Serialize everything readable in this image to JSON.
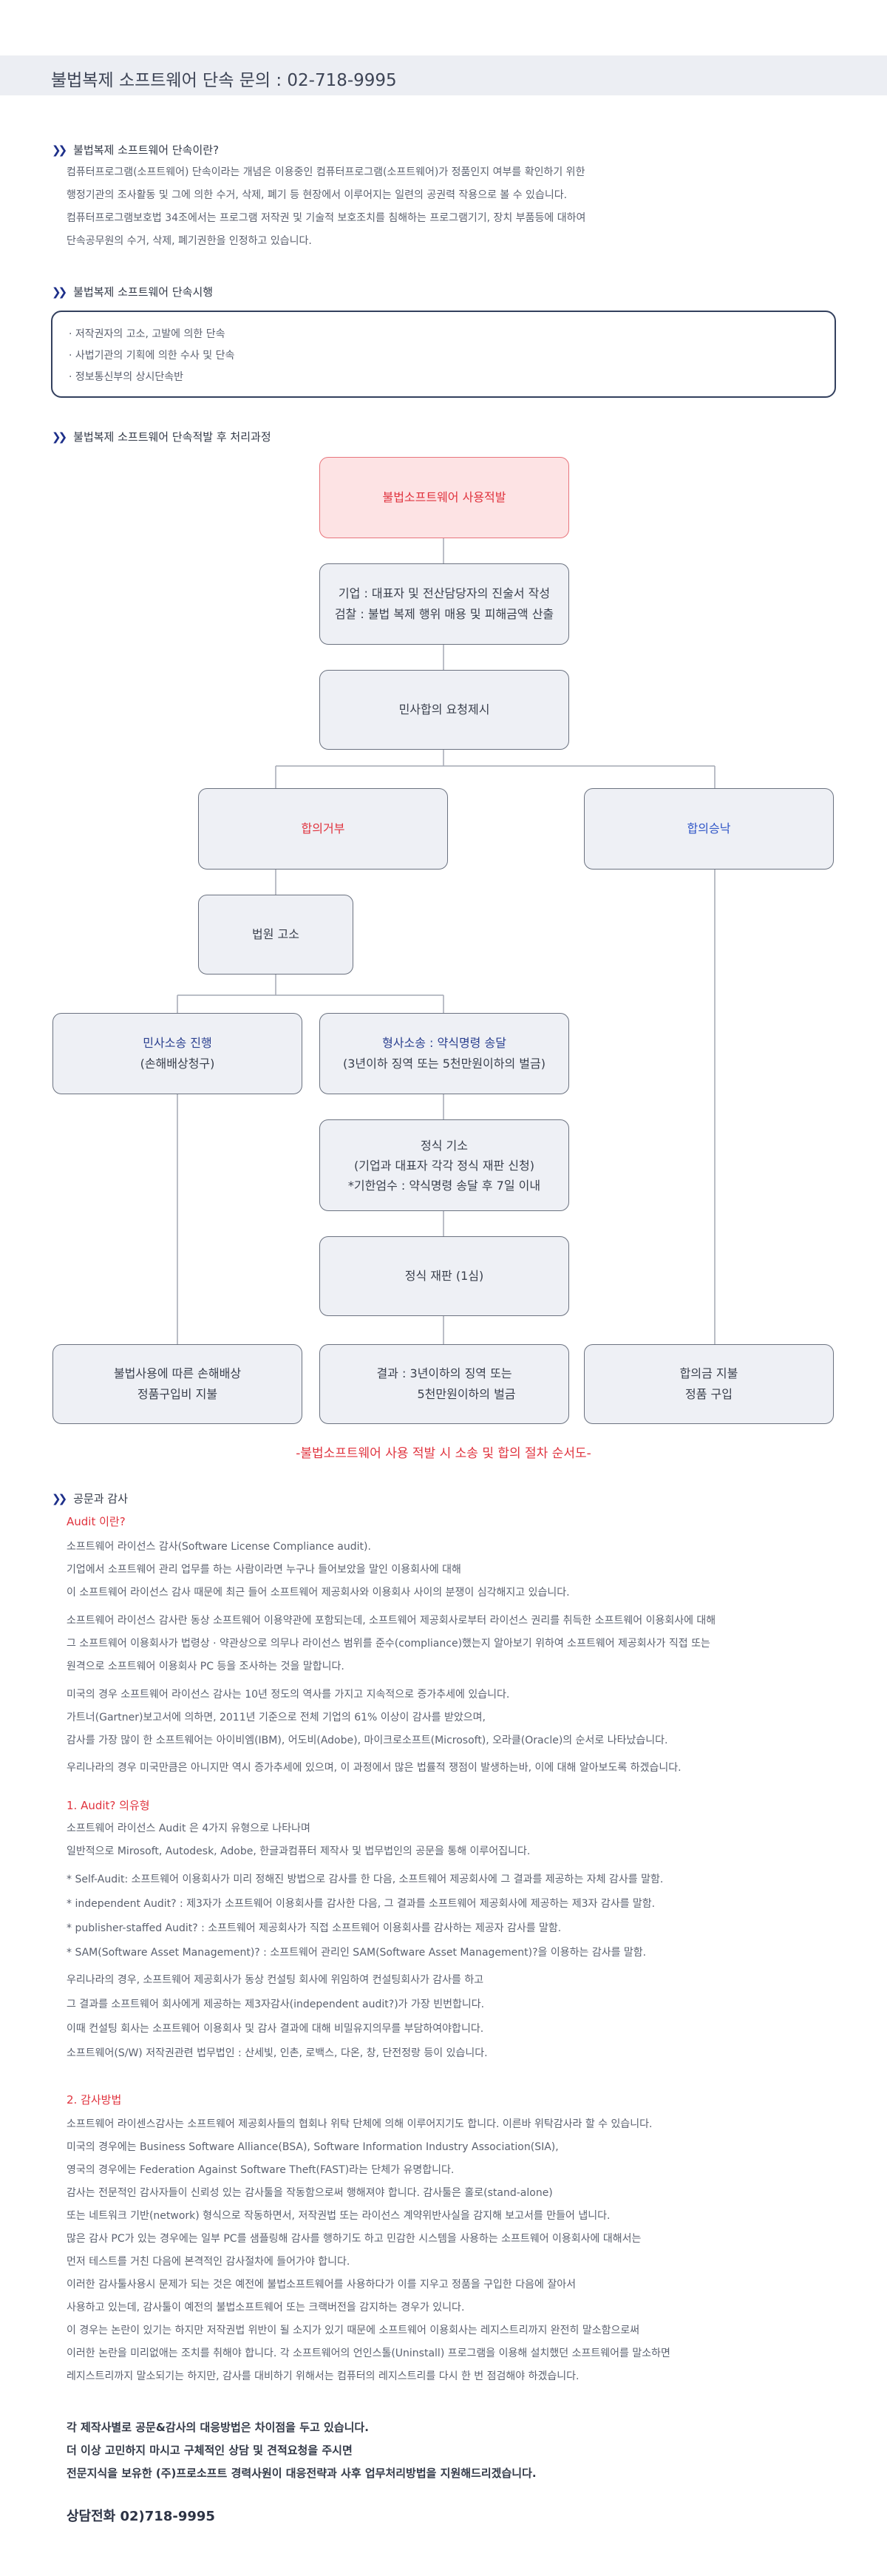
{
  "banner": {
    "title": "불법복제 소프트웨어 단속 문의 : 02-718-9995"
  },
  "section1": {
    "title": "불법복제 소프트웨어 단속이란?",
    "lines": [
      "컴퓨터프로그램(소프트웨어) 단속이라는 개념은 이용중인 컴퓨터프로그램(소프트웨어)가 정품인지 여부를 확인하기 위한",
      "행정기관의 조사활동 및 그에 의한 수거, 삭제, 폐기 등 현장에서 이루어지는 일련의 공권력 작용으로 볼 수 있습니다.",
      "컴퓨터프로그램보호법 34조에서는 프로그램 저작권 및 기술적 보호조치를 침해하는 프로그램기기, 장치 부품등에 대하여",
      "단속공무원의 수거, 삭제, 폐기권한을 인정하고 있습니다."
    ]
  },
  "section2": {
    "title": "불법복제 소프트웨어 단속시행",
    "items": [
      "· 저작권자의 고소, 고발에 의한 단속",
      "· 사법기관의 기획에 의한 수사 및 단속",
      "· 정보통신부의 상시단속반"
    ]
  },
  "section3": {
    "title": "불법복제 소프트웨어 단속적발 후 처리과정",
    "nodes": {
      "start": "불법소프트웨어 사용적발",
      "statement_1": "기업 : 대표자 및 전산담당자의 진술서 작성",
      "statement_2": "검찰 : 불법 복제 행위 매용 및 피해금액 산출",
      "settlement": "민사합의 요청제시",
      "reject": "합의거부",
      "accept": "합의승낙",
      "court": "법원 고소",
      "civil_1": "민사소송 진행",
      "civil_2": "(손해배상청구)",
      "criminal_1": "형사소송 : 약식명령 송달",
      "criminal_2": "(3년이하 징역 또는 5천만원이하의 벌금)",
      "formal_1": "정식 기소",
      "formal_2": "(기업과 대표자 각각 정식 재판 신청)",
      "formal_3": "*기한엄수 : 약식명령 송달 후 7일 이내",
      "trial": "정식 재판 (1심)",
      "damages_1": "불법사용에 따른 손해배상",
      "damages_2": "정품구입비 지불",
      "result_1": "결과 : 3년이하의 징역 또는",
      "result_2": "5천만원이하의 벌금",
      "agreement_1": "합의금 지불",
      "agreement_2": "정품 구입"
    },
    "caption": "-불법소프트웨어 사용 적발 시 소송 및 합의 절차 순서도-"
  },
  "section4": {
    "title": "공문과 감사",
    "audit_heading": "Audit 이란?",
    "audit_p1": [
      "소프트웨어 라이선스 감사(Software License Compliance audit).",
      "기업에서 소프트웨어 관리 업무를 하는 사람이라면 누구나 들어보았을 말인 이용회사에 대해",
      "이 소프트웨어 라이선스 감사 때문에 최근 들어 소프트웨어 제공회사와 이용회사 사이의 분쟁이 심각해지고 있습니다."
    ],
    "audit_p2": [
      "소프트웨어 라이선스 감사란 동상 소프트웨어 이용약관에 포함되는데, 소프트웨어 제공회사로부터 라이선스 권리를 취득한 소프트웨어 이용회사에 대해",
      "그 소프트웨어 이용회사가 법령상 · 약관상으로 의무나 라이선스 범위를 준수(compliance)했는지 알아보기 위하여 소프트웨어 제공회사가 직접 또는",
      "원격으로 소프트웨어 이용회사 PC 등을 조사하는 것을 말합니다."
    ],
    "audit_p3": [
      "미국의 경우 소프트웨어 라이선스 감사는 10년 정도의 역사를 가지고 지속적으로 증가추세에 있습니다.",
      "가트너(Gartner)보고서에 의하면, 2011년 기준으로 전체 기업의 61% 이상이 감사를 받았으며,",
      "감사를 가장 많이 한 소프트웨어는 아이비엠(IBM), 어도비(Adobe), 마이크로소프트(Microsoft), 오라클(Oracle)의 순서로 나타났습니다."
    ],
    "audit_p4": [
      "우리나라의 경우 미국만큼은 아니지만 역시 증가추세에 있으며, 이 과정에서 많은 법률적 쟁점이 발생하는바, 이에 대해 알아보도록 하겠습니다."
    ],
    "types_heading": "1. Audit? 의유형",
    "types_p1": [
      "소프트웨어 라이선스 Audit 은 4가지 유형으로 나타나며",
      "일반적으로 Mirosoft, Autodesk, Adobe, 한글과컴퓨터 제작사 및 법무법인의 공문을 통해 이루어집니다."
    ],
    "types_p2": [
      "* Self-Audit: 소프트웨어 이용회사가 미리 정해진 방법으로 감사를 한 다음, 소프트웨어 제공회사에 그 결과를 제공하는 자체 감사를 말함.",
      "* independent Audit? : 제3자가 소프트웨어 이용회사를 감사한 다음, 그 결과를 소프트웨어 제공회사에 제공하는 제3자 감사를 말함.",
      "* publisher-staffed Audit? : 소프트웨어 제공회사가 직접 소프트웨어 이용회사를 감사하는 제공자 감사를 말함.",
      "* SAM(Software Asset Management)? : 소프트웨어 관리인 SAM(Software Asset Management)?을 이용하는 감사를 말함."
    ],
    "types_p3": [
      "우리나라의 경우, 소프트웨어 제공회사가 동상 컨설팅 회사에 위임하여 컨설팅회사가 감사를 하고",
      "그 결과를 소프트웨어 회사에게 제공하는 제3자감사(independent audit?)가 가장 빈번합니다.",
      "이때 컨설팅 회사는 소프트웨어 이용회사 및 감사 결과에 대해 비밀유지의무를 부담하여야합니다.",
      "소프트웨어(S/W) 저작권관련 법무법인 : 산세빛, 인촌, 로백스, 다온, 창, 단전정랑 등이 있습니다."
    ],
    "methods_heading": "2. 감사방법",
    "methods_p": [
      "소프트웨어 라이센스감사는 소프트웨어 제공회사들의 협회나 위탁 단체에 의해 이루어지기도 합니다. 이른바 위탁감사라 할 수 있습니다.",
      "미국의 경우에는 Business Software Alliance(BSA), Software Information Industry Association(SIA),",
      "영국의 경우에는 Federation Against Software Theft(FAST)라는 단체가 유명합니다.",
      "감사는 전문적인 감사자들이 신뢰성 있는 감사툴을 작동함으로써 행해져야 합니다. 감사툴은 홀로(stand-alone)",
      "또는 네트워크 기반(network) 형식으로 작동하면서, 저작권법 또는 라이선스 계약위반사실을 감지해 보고서를 만들어 냅니다.",
      "많은 감사 PC가 있는 경우에는 일부 PC를 샘플링해 감사를 행하기도 하고 민감한 시스템을 사용하는 소프트웨어 이용회사에 대해서는",
      "먼저 테스트를 거친 다음에 본격적인 감사절차에 들어가야 합니다.",
      "이러한 감사툴사용시 문제가 되는 것은 예전에 불법소프트웨어를 사용하다가 이를 지우고 정품을 구입한 다음에 잘아서",
      "사용하고 있는데, 감사툴이 예전의 불법소프트웨어 또는 크랙버전을 감지하는 경우가 있니다.",
      "이 경우는 논란이 있기는 하지만 저작권법 위반이 될 소지가 있기 때문에 소프트웨어 이용회사는 레지스트리까지 완전히 말소함으로써",
      "이러한 논란을 미리없애는 조치를 취해야 합니다. 각 소프트웨어의 언인스톨(Uninstall) 프로그램을 이용해 설치했던 소프트웨어를 말소하면",
      "레지스트리까지 말소되기는 하지만, 감사를 대비하기 위해서는 컴퓨터의 레지스트리를 다시 한 번 점검해야 하겠습니다."
    ],
    "closing": [
      "각 제작사별로 공문&감사의 대응방법은 차이점을 두고 있습니다.",
      "더 이상 고민하지 마시고 구체적인 상담 및 견적요청을 주시면",
      "전문지식을 보유한 (주)프로소프트 경력사원이 대응전략과 사후 업무처리방법을 지원해드리겠습니다."
    ],
    "contact": "상담전화 02)718-9995"
  },
  "colors": {
    "accent_red": "#e0333e",
    "accent_navy": "#1d2f8a",
    "accent_blue": "#2f55c7",
    "node_bg": "#eef0f5",
    "banner_bg": "#eceef3"
  }
}
